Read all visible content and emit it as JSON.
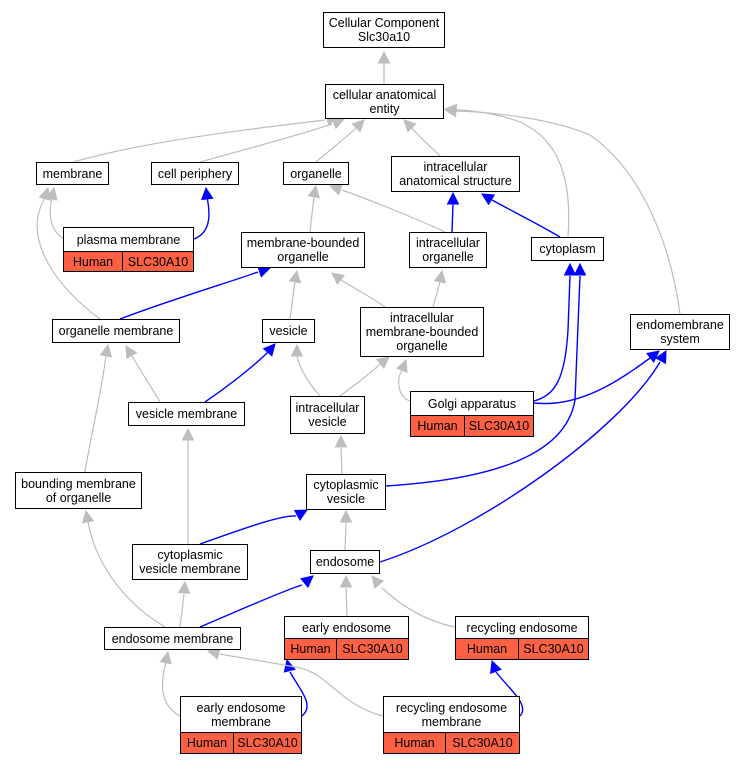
{
  "colors": {
    "is_a_edge": "#bdbdbd",
    "part_of_edge": "#0000ff",
    "annotation_fill": "#fc6144"
  },
  "nodes": {
    "root": "Cellular Component\nSlc30a10",
    "cae": "cellular anatomical\nentity",
    "membrane": "membrane",
    "cell_periphery": "cell periphery",
    "organelle": "organelle",
    "ias": "intracellular\nanatomical structure",
    "plasma_membrane": "plasma membrane",
    "mbo": "membrane-bounded\norganelle",
    "intracellular_organelle": "intracellular\norganelle",
    "cytoplasm": "cytoplasm",
    "organelle_membrane": "organelle membrane",
    "vesicle": "vesicle",
    "imbo": "intracellular\nmembrane-bounded\norganelle",
    "endomembrane_system": "endomembrane\nsystem",
    "vesicle_membrane": "vesicle membrane",
    "intracellular_vesicle": "intracellular\nvesicle",
    "golgi": "Golgi apparatus",
    "bounding_membrane": "bounding membrane\nof organelle",
    "cytoplasmic_vesicle": "cytoplasmic\nvesicle",
    "cvm": "cytoplasmic\nvesicle membrane",
    "endosome": "endosome",
    "endosome_membrane": "endosome membrane",
    "early_endosome": "early endosome",
    "recycling_endosome": "recycling endosome",
    "eem": "early endosome\nmembrane",
    "rem": "recycling endosome\nmembrane"
  },
  "annotation": {
    "species": "Human",
    "gene": "SLC30A10"
  }
}
